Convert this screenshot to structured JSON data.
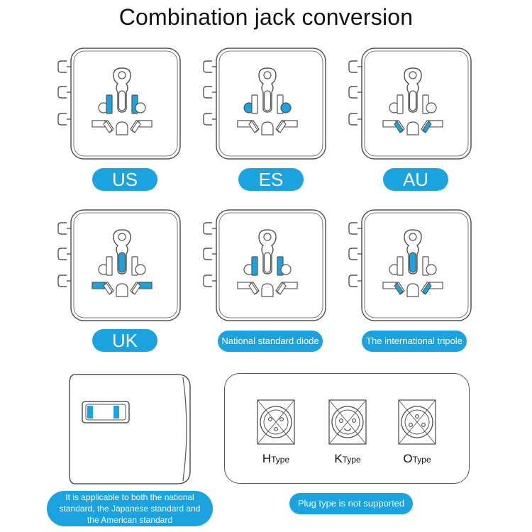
{
  "title": "Combination jack conversion",
  "colors": {
    "accent": "#1aa3df",
    "outline": "#555555"
  },
  "sockets": [
    {
      "label": "US",
      "highlight": [
        "vertical-slots"
      ]
    },
    {
      "label": "ES",
      "highlight": [
        "round-pins"
      ]
    },
    {
      "label": "AU",
      "highlight": [
        "angled-slots"
      ]
    },
    {
      "label": "UK",
      "highlight": [
        "center-slot",
        "horizontal-slots"
      ]
    },
    {
      "label": "National standard diode",
      "highlight": [
        "vertical-slots"
      ]
    },
    {
      "label": "The international tripole",
      "highlight": [
        "center-slot",
        "angled-slots"
      ]
    }
  ],
  "supported_note": "It is applicable to both the national standard, the Japanese standard and the American standard",
  "unsupported_note": "Plug type is not supported",
  "unsupported_types": [
    {
      "letter": "H",
      "word": "Type"
    },
    {
      "letter": "K",
      "word": "Type"
    },
    {
      "letter": "O",
      "word": "Type"
    }
  ]
}
